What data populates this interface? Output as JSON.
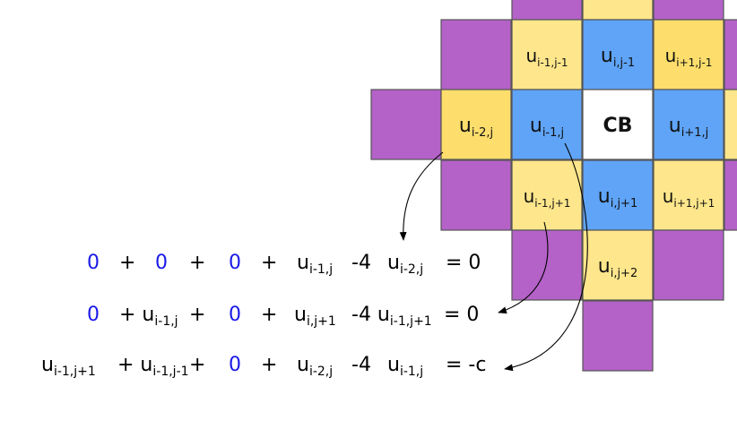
{
  "colors": {
    "purple": "#b462c8",
    "yellow": "#fde68b",
    "gold": "#fddd6c",
    "blue": "#5fa4f7",
    "white": "#ffffff",
    "zero_blue": "#1a1ae6"
  },
  "grid": {
    "cells": [
      {
        "key": "top-left-purple",
        "color": "purple",
        "base": "",
        "sub": ""
      },
      {
        "key": "top-yellow",
        "color": "yellow",
        "base": "",
        "sub": ""
      },
      {
        "key": "top-right-purple",
        "color": "purple",
        "base": "",
        "sub": ""
      },
      {
        "key": "upper-left-purple",
        "color": "purple",
        "base": "",
        "sub": ""
      },
      {
        "key": "im1-jm1",
        "color": "yellow",
        "base": "u",
        "sub": "i-1,j-1"
      },
      {
        "key": "i-jm1",
        "color": "blue",
        "base": "u",
        "sub": "i,j-1"
      },
      {
        "key": "ip1-jm1",
        "color": "gold",
        "base": "u",
        "sub": "i+1,j-1"
      },
      {
        "key": "upper-right-purple",
        "color": "purple",
        "base": "",
        "sub": ""
      },
      {
        "key": "left-purple",
        "color": "purple",
        "base": "",
        "sub": ""
      },
      {
        "key": "im2-j",
        "color": "gold",
        "base": "u",
        "sub": "i-2,j"
      },
      {
        "key": "im1-j",
        "color": "blue",
        "base": "u",
        "sub": "i-1,j"
      },
      {
        "key": "cb",
        "color": "white",
        "base": "CB",
        "sub": ""
      },
      {
        "key": "ip1-j",
        "color": "blue",
        "base": "u",
        "sub": "i+1,j"
      },
      {
        "key": "right-yellow",
        "color": "yellow",
        "base": "",
        "sub": ""
      },
      {
        "key": "lower-left-purple",
        "color": "purple",
        "base": "",
        "sub": ""
      },
      {
        "key": "im1-jp1",
        "color": "yellow",
        "base": "u",
        "sub": "i-1,j+1"
      },
      {
        "key": "i-jp1",
        "color": "blue",
        "base": "u",
        "sub": "i,j+1"
      },
      {
        "key": "ip1-jp1",
        "color": "yellow",
        "base": "u",
        "sub": "i+1,j+1"
      },
      {
        "key": "lower-right-purple",
        "color": "purple",
        "base": "",
        "sub": ""
      },
      {
        "key": "bottom-left-purple",
        "color": "purple",
        "base": "",
        "sub": ""
      },
      {
        "key": "i-jp2",
        "color": "yellow",
        "base": "u",
        "sub": "i,j+2"
      },
      {
        "key": "bottom-right-purple",
        "color": "purple",
        "base": "",
        "sub": ""
      },
      {
        "key": "bottom-purple",
        "color": "purple",
        "base": "",
        "sub": ""
      }
    ]
  },
  "equations": [
    {
      "key": "eq1",
      "terms": [
        {
          "text": "0",
          "zero": true
        },
        {
          "text": "+"
        },
        {
          "text": "0",
          "zero": true
        },
        {
          "text": "+"
        },
        {
          "text": "0",
          "zero": true
        },
        {
          "text": "+"
        },
        {
          "text": "u",
          "sub": "i-1,j"
        },
        {
          "text": "-4"
        },
        {
          "text": "u",
          "sub": "i-2,j"
        },
        {
          "text": "= 0"
        }
      ]
    },
    {
      "key": "eq2",
      "terms": [
        {
          "text": "0",
          "zero": true
        },
        {
          "text": "+ u",
          "sub": "i-1,j"
        },
        {
          "text": "+"
        },
        {
          "text": "0",
          "zero": true
        },
        {
          "text": "+"
        },
        {
          "text": "u",
          "sub": "i,j+1"
        },
        {
          "text": "-4 u",
          "sub": "i-1,j+1"
        },
        {
          "text": "= 0"
        }
      ]
    },
    {
      "key": "eq3",
      "terms": [
        {
          "text": "u",
          "sub": "i-1,j+1"
        },
        {
          "text": "+ u",
          "sub": "i-1,j-1"
        },
        {
          "text": "+"
        },
        {
          "text": "0",
          "zero": true
        },
        {
          "text": "+"
        },
        {
          "text": "u",
          "sub": "i-2,j"
        },
        {
          "text": "-4"
        },
        {
          "text": "u",
          "sub": "i-1,j"
        },
        {
          "text": "= -c"
        }
      ]
    }
  ]
}
